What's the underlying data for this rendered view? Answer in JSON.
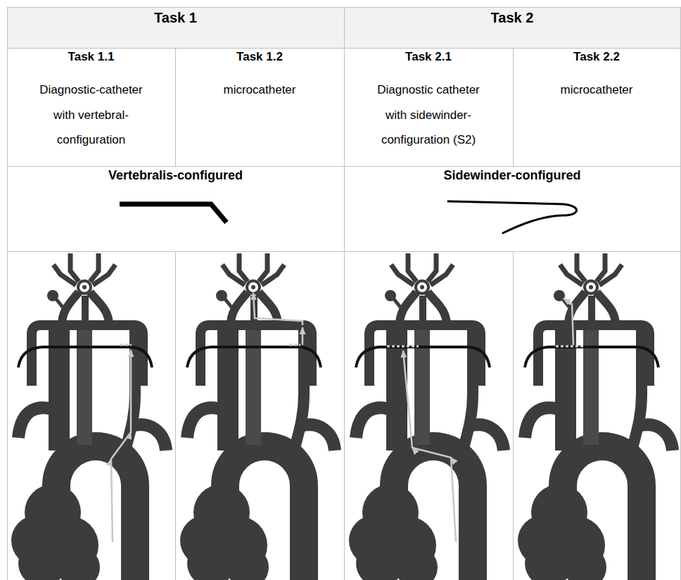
{
  "diagram": {
    "labels": [
      "Task 1",
      "Task 2",
      "Task 1.1",
      "Diagnostic-catheter with vertebral- configuration",
      "Task 1.2",
      "microcatheter",
      "Task 2.1",
      "Diagnostic catheter with sidewinder- configuration (S2)",
      "Task 2.2",
      "microcatheter",
      "Vertebralis-configured",
      "Sidewinder-configured"
    ]
  }
}
